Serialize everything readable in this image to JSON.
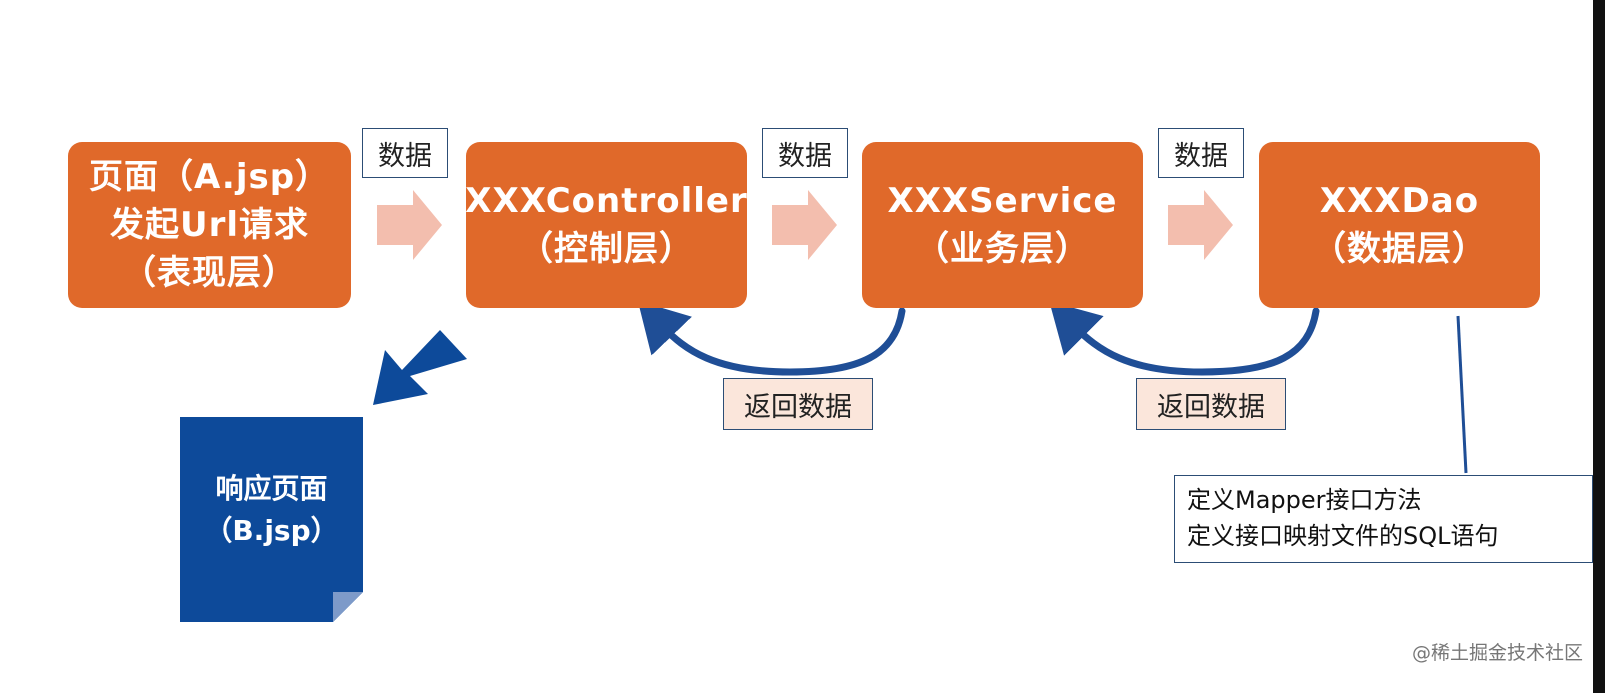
{
  "nodes": {
    "view": {
      "lines": [
        "页面（A.jsp）",
        "发起Url请求",
        "（表现层）"
      ]
    },
    "controller": {
      "lines": [
        "XXXController",
        "（控制层）"
      ]
    },
    "service": {
      "lines": [
        "XXXService",
        "（业务层）"
      ]
    },
    "dao": {
      "lines": [
        "XXXDao",
        "（数据层）"
      ]
    }
  },
  "edge_labels": {
    "data_1": "数据",
    "data_2": "数据",
    "data_3": "数据",
    "return_1": "返回数据",
    "return_2": "返回数据"
  },
  "response_page": {
    "lines": [
      "响应页面",
      "（B.jsp）"
    ]
  },
  "mapper_note": {
    "lines": [
      "定义Mapper接口方法",
      "定义接口映射文件的SQL语句"
    ]
  },
  "watermark": "@稀土掘金技术社区",
  "colors": {
    "node_fill": "#e0692a",
    "forward_arrow": "#f3beae",
    "return_arrow": "#1f4e96",
    "document_fill": "#0d4a9a",
    "return_label_fill": "#fbe6db"
  }
}
